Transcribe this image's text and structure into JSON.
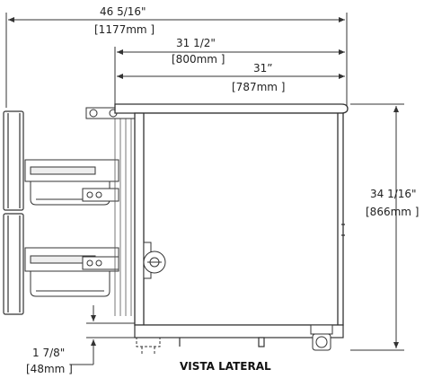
{
  "caption": "VISTA LATERAL",
  "dimensions": {
    "overall_width": {
      "imperial": "46 5/16\"",
      "metric": "[1177mm ]"
    },
    "body_width": {
      "imperial": "31 1/2\"",
      "metric": "[800mm ]"
    },
    "depth": {
      "imperial": "31”",
      "metric": "[787mm ]"
    },
    "height": {
      "imperial": "34 1/16\"",
      "metric": "[866mm ]"
    },
    "foot": {
      "imperial": "1 7/8\"",
      "metric": "[48mm ]"
    }
  },
  "colors": {
    "line": "#333333",
    "text": "#222222",
    "fill_light": "#eeeeee"
  }
}
